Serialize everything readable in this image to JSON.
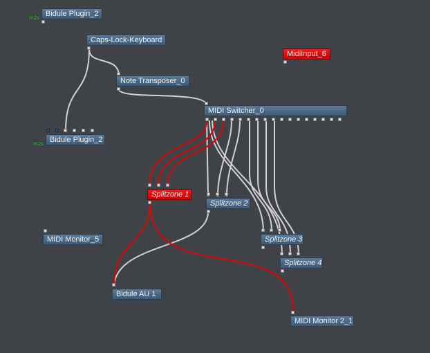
{
  "nodes": {
    "bidule_plugin_top": "Bidule Plugin_2",
    "caps_lock_keyboard": "Caps-Lock-Keyboard",
    "midi_input": "MidiInput_6",
    "note_transposer": "Note Transposer_0",
    "midi_switcher": "MIDI Switcher_0",
    "bidule_plugin_left": "Bidule Plugin_2",
    "splitzone_1": "Splitzone 1",
    "splitzone_2": "Splitzone 2",
    "splitzone_3": "Splitzone 3",
    "splitzone_4": "Splitzone 4",
    "midi_monitor_5": "MIDI Monitor_5",
    "bidule_au": "Bidule AU  1",
    "midi_monitor_2_1": "MIDI Monitor 2_1"
  },
  "tags": {
    "m2s_top": "m2s",
    "m2s_left": "m2s"
  },
  "colors": {
    "canvas_bg": "#3f4246",
    "node_fill": "#4a6a87",
    "node_selected": "#e60c0c",
    "wire_default": "#d2d2d2",
    "wire_selected": "#d20a0a",
    "status_tag": "#1ec01e"
  }
}
